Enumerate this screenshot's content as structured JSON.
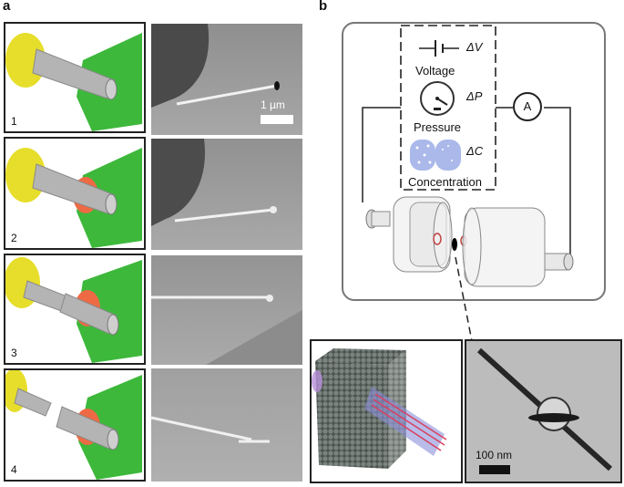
{
  "panel_a": {
    "letter": "a",
    "steps": [
      {
        "number": "1"
      },
      {
        "number": "2"
      },
      {
        "number": "3"
      },
      {
        "number": "4"
      }
    ],
    "scale_bar_label": "1 µm"
  },
  "panel_b": {
    "letter": "b",
    "labels": {
      "delta_v": "ΔV",
      "voltage": "Voltage",
      "delta_p": "ΔP",
      "pressure": "Pressure",
      "delta_c": "ΔC",
      "concentration": "Concentration",
      "ammeter": "A"
    },
    "tem_scale_bar_label": "100 nm"
  },
  "colors": {
    "manipulator_tip": "#e6de2a",
    "substrate": "#3db83b",
    "nanotube": "#b4b4b4",
    "sealing_ring": "#ee6a44",
    "sem_background": "#9c9c9c"
  }
}
